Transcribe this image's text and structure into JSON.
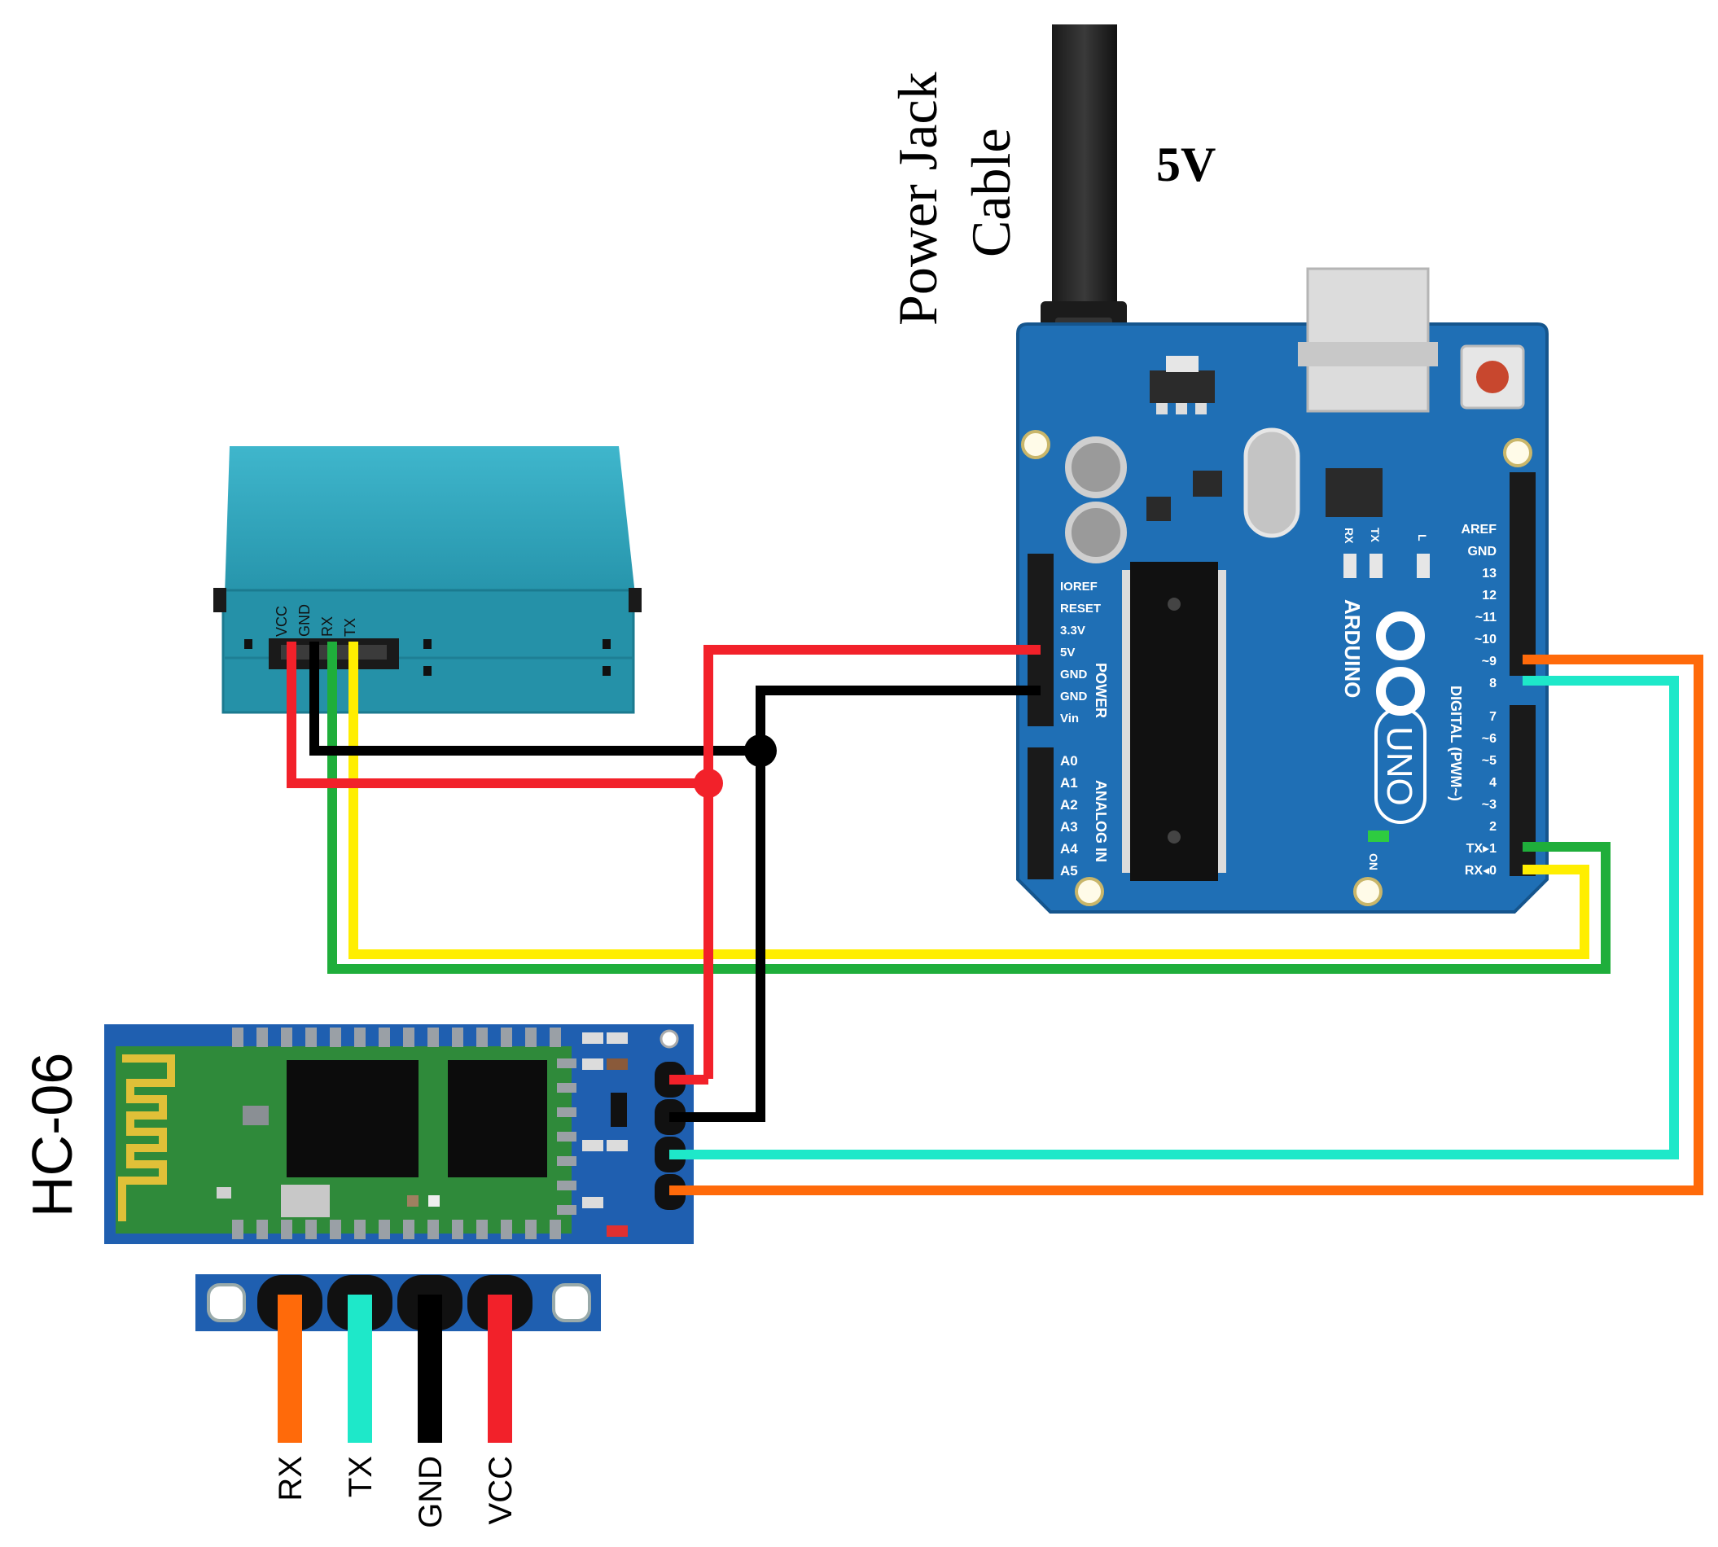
{
  "labels": {
    "power_jack": "Power Jack",
    "cable": "Cable",
    "voltage": "5V",
    "bt_module": "HC-06"
  },
  "sensor": {
    "pins": [
      "VCC",
      "GND",
      "RX",
      "TX"
    ]
  },
  "arduino": {
    "brand": "ARDUINO",
    "model": "UNO",
    "on_label": "ON",
    "power_header_label": "POWER",
    "analog_header_label": "ANALOG IN",
    "digital_header_label": "DIGITAL (PWM~)",
    "led_labels": [
      "RX",
      "TX",
      "L"
    ],
    "power_pins": [
      "IOREF",
      "RESET",
      "3.3V",
      "5V",
      "GND",
      "GND",
      "Vin"
    ],
    "analog_pins": [
      "A0",
      "A1",
      "A2",
      "A3",
      "A4",
      "A5"
    ],
    "digital_top_pins": [
      "AREF",
      "GND",
      "13",
      "12",
      "~11",
      "~10",
      "~9",
      "8"
    ],
    "digital_bottom_pins": [
      "7",
      "~6",
      "~5",
      "4",
      "~3",
      "2",
      "TX▸1",
      "RX◂0"
    ]
  },
  "bt_pins": [
    "RX",
    "TX",
    "GND",
    "VCC"
  ],
  "colors": {
    "vcc": "#f2212a",
    "gnd": "#000000",
    "tx_rx_green": "#1fae3b",
    "tx_rx_yellow": "#ffee00",
    "cyan": "#1ee8c9",
    "orange": "#ff6a0a",
    "board_blue": "#1f6fb5",
    "sensor_teal": "#2a9fb6"
  }
}
